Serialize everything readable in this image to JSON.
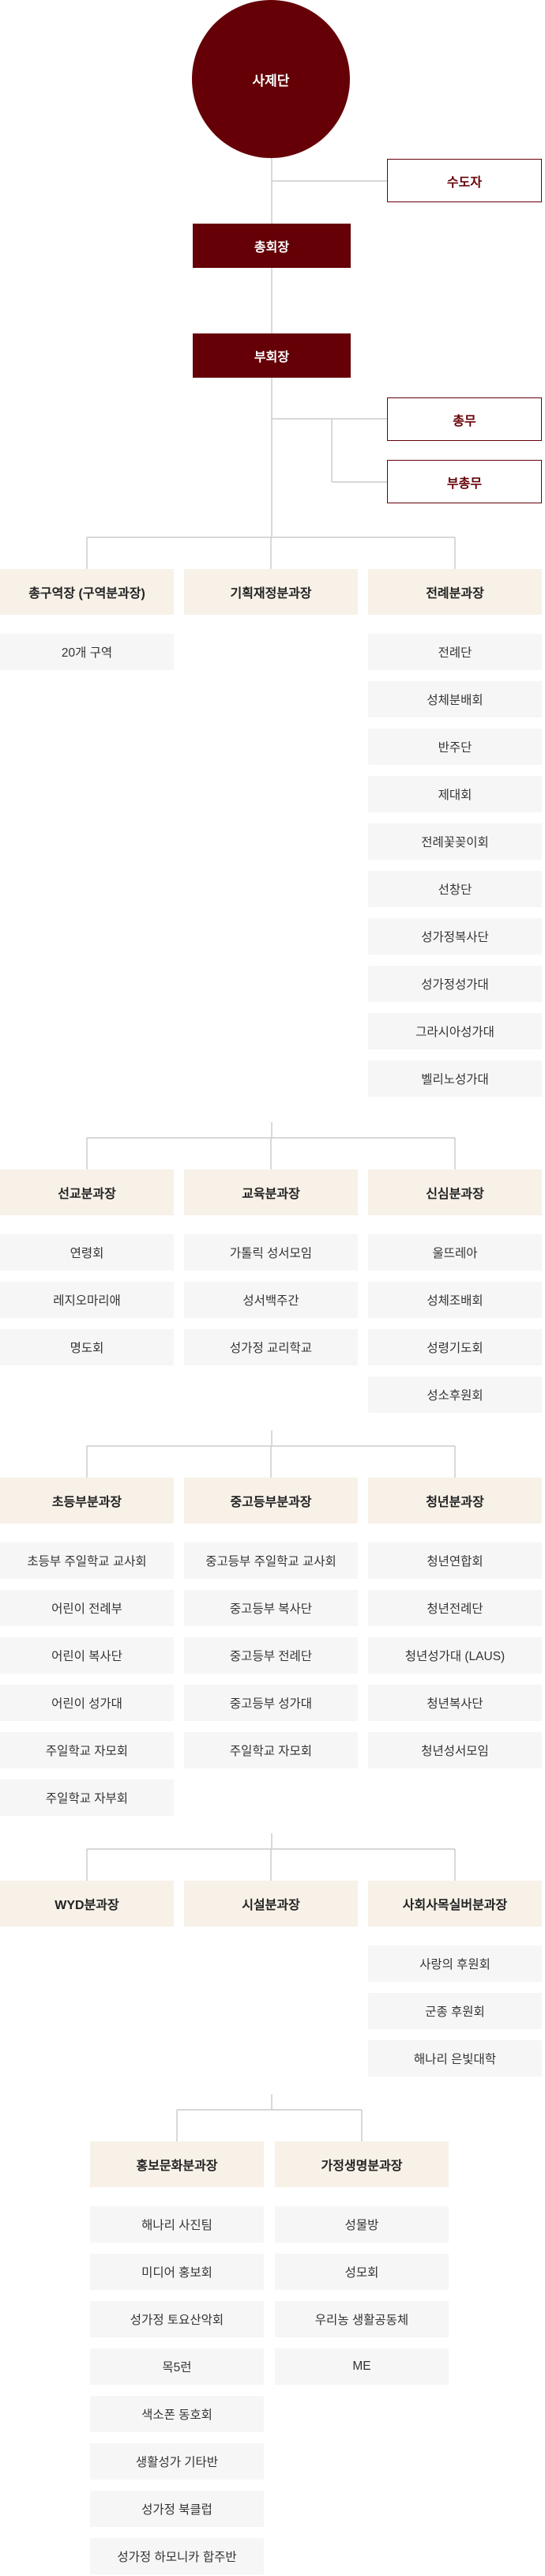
{
  "top": {
    "root": "사제단",
    "advisor": "수도자",
    "chair": "총회장",
    "vice_chair": "부회장",
    "general_affairs": "총무",
    "vice_general_affairs": "부총무"
  },
  "groups": [
    {
      "columns": [
        {
          "title": "총구역장 (구역분과장)",
          "items": [
            "20개 구역"
          ]
        },
        {
          "title": "기획재정분과장",
          "items": []
        },
        {
          "title": "전례분과장",
          "items": [
            "전례단",
            "성체분배회",
            "반주단",
            "제대회",
            "전례꽃꽂이회",
            "선창단",
            "성가정복사단",
            "성가정성가대",
            "그라시아성가대",
            "벨리노성가대"
          ]
        }
      ]
    },
    {
      "columns": [
        {
          "title": "선교분과장",
          "items": [
            "연령회",
            "레지오마리애",
            "명도회"
          ]
        },
        {
          "title": "교육분과장",
          "items": [
            "가톨릭 성서모임",
            "성서백주간",
            "성가정 교리학교"
          ]
        },
        {
          "title": "신심분과장",
          "items": [
            "울뜨레아",
            "성체조배회",
            "성령기도회",
            "성소후원회"
          ]
        }
      ]
    },
    {
      "columns": [
        {
          "title": "초등부분과장",
          "items": [
            "초등부 주일학교 교사회",
            "어린이 전례부",
            "어린이 복사단",
            "어린이 성가대",
            "주일학교 자모회",
            "주일학교 자부회"
          ]
        },
        {
          "title": "중고등부분과장",
          "items": [
            "중고등부 주일학교 교사회",
            "중고등부 복사단",
            "중고등부 전례단",
            "중고등부 성가대",
            "주일학교 자모회"
          ]
        },
        {
          "title": "청년분과장",
          "items": [
            "청년연합회",
            "청년전례단",
            "청년성가대 (LAUS)",
            "청년복사단",
            "청년성서모임"
          ]
        }
      ]
    },
    {
      "columns": [
        {
          "title": "WYD분과장",
          "items": []
        },
        {
          "title": "시설분과장",
          "items": []
        },
        {
          "title": "사회사목실버분과장",
          "items": [
            "사랑의 후원회",
            "군종 후원회",
            "해나리 은빛대학"
          ]
        }
      ]
    },
    {
      "columns": [
        {
          "title": "홍보문화분과장",
          "items": [
            "해나리 사진팀",
            "미디어 홍보회",
            "성가정 토요산악회",
            "목5런",
            "색소폰 동호회",
            "생활성가 기타반",
            "성가정 북클럽",
            "성가정 하모니카 합주반"
          ]
        },
        {
          "title": "가정생명분과장",
          "items": [
            "성물방",
            "성모회",
            "우리농 생활공동체",
            "ME"
          ]
        }
      ]
    }
  ],
  "colors": {
    "accent": "#650007",
    "header_bg": "#f7f1e8",
    "item_bg": "#f6f6f6",
    "line": "#cccccc"
  }
}
